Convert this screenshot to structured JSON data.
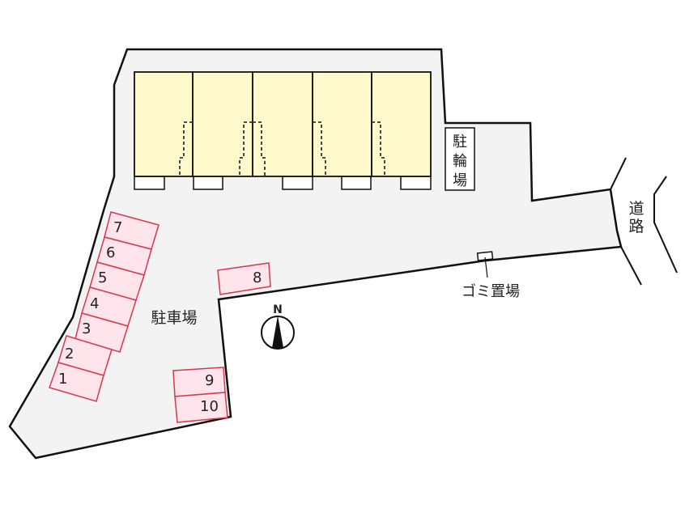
{
  "colors": {
    "lot_fill": "#F3F3F3",
    "building_fill": "#FFF9CC",
    "balcony_fill": "#FFFFFF",
    "outline": "#111111",
    "stall_fill": "#FFE4EC",
    "stall_stroke": "#D9364F",
    "text": "#222222"
  },
  "labels": {
    "parking": "駐車場",
    "bicycle_parking": [
      "駐",
      "輪",
      "場"
    ],
    "road": [
      "道",
      "路"
    ],
    "garbage": "ゴミ置場",
    "north": "N"
  },
  "building": {
    "units": 5
  },
  "parking_stalls": [
    {
      "number": "1"
    },
    {
      "number": "2"
    },
    {
      "number": "3"
    },
    {
      "number": "4"
    },
    {
      "number": "5"
    },
    {
      "number": "6"
    },
    {
      "number": "7"
    },
    {
      "number": "8"
    },
    {
      "number": "9"
    },
    {
      "number": "10"
    }
  ]
}
